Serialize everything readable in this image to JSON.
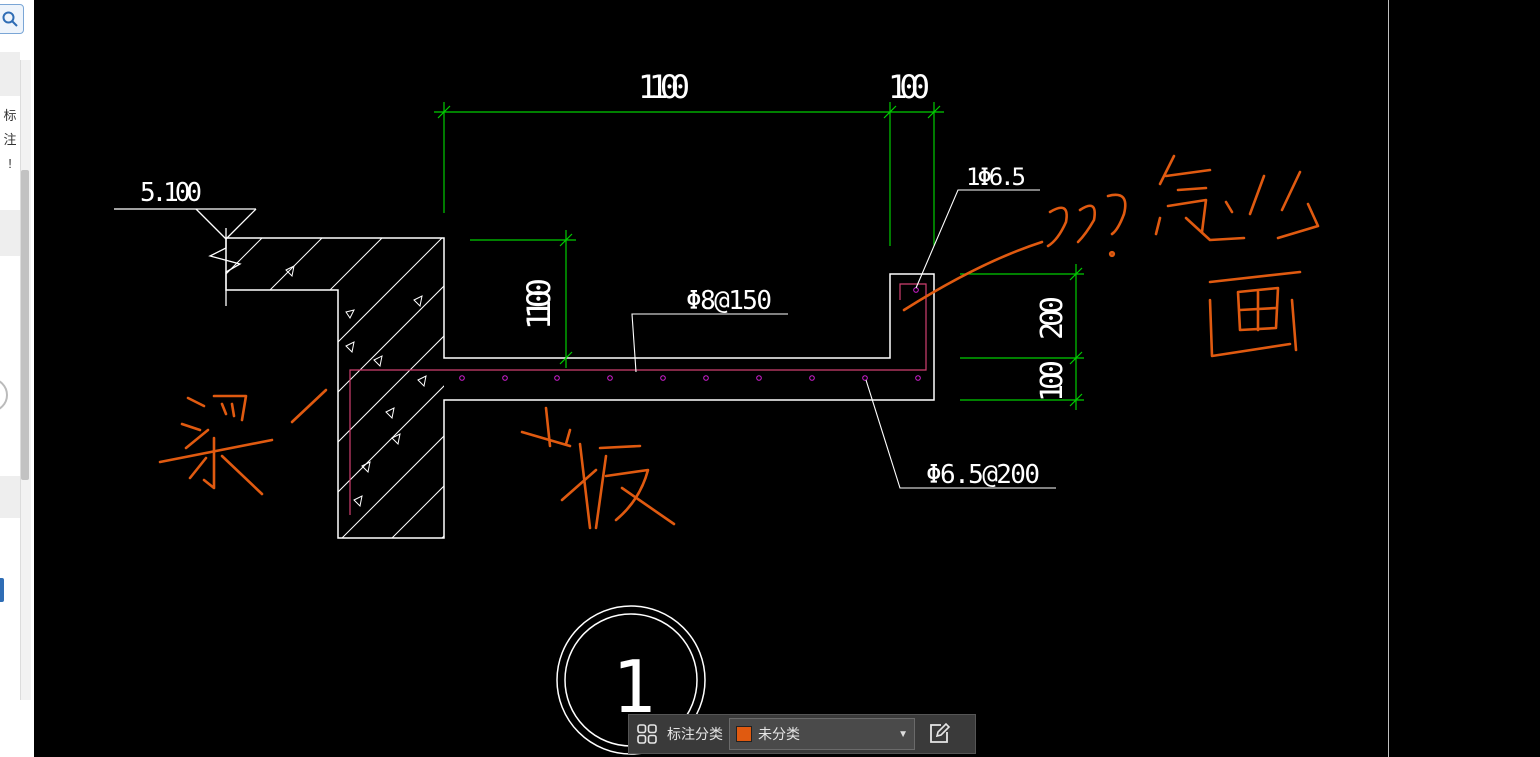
{
  "left_panel": {
    "vertical_text": [
      "标",
      "注",
      "!"
    ]
  },
  "drawing": {
    "elevation_label": "5.100",
    "dim_width": "1100",
    "dim_edge": "100",
    "dim_height": "1100",
    "dim_upstand": "200",
    "dim_slab": "100",
    "rebar_top": "1Φ6.5",
    "rebar_main": "Φ8@150",
    "rebar_dist": "Φ6.5@200",
    "section_number": "1",
    "colors": {
      "background": "#000000",
      "outline": "#ffffff",
      "dimension": "#00cc00",
      "rebar": "#d04070",
      "annotation": "#e05a10"
    }
  },
  "handwritten": {
    "beam_note": "梁",
    "slab_note": "板",
    "question_note": "??怎么画"
  },
  "toolbar": {
    "label": "标注分类",
    "category_value": "未分类",
    "category_color": "#e05a10"
  }
}
